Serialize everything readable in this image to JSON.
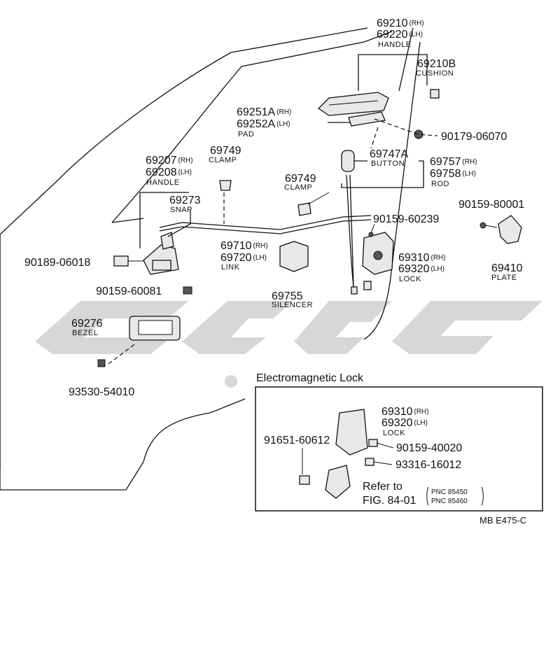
{
  "parts": {
    "handle_outer": {
      "a": "69210",
      "a_s": "(RH)",
      "b": "69220",
      "b_s": "(LH)",
      "name": "HANDLE"
    },
    "cushion": {
      "a": "69210B",
      "name": "CUSHION"
    },
    "pad": {
      "a": "69251A",
      "a_s": "(RH)",
      "b": "69252A",
      "b_s": "(LH)",
      "name": "PAD"
    },
    "bolt_90179": {
      "a": "90179-06070"
    },
    "button": {
      "a": "69747A",
      "name": "BUTTON"
    },
    "rod": {
      "a": "69757",
      "a_s": "(RH)",
      "b": "69758",
      "b_s": "(LH)",
      "name": "ROD"
    },
    "clamp1": {
      "a": "69749",
      "name": "CLAMP"
    },
    "clamp2": {
      "a": "69749",
      "name": "CLAMP"
    },
    "handle_inner": {
      "a": "69207",
      "a_s": "(RH)",
      "b": "69208",
      "b_s": "(LH)",
      "name": "HANDLE"
    },
    "snap": {
      "a": "69273",
      "name": "SNAP"
    },
    "screw_90159_60239": {
      "a": "90159-60239"
    },
    "screw_90159_80001": {
      "a": "90159-80001"
    },
    "plate": {
      "a": "69410",
      "name": "PLATE"
    },
    "link": {
      "a": "69710",
      "a_s": "(RH)",
      "b": "69720",
      "b_s": "(LH)",
      "name": "LINK"
    },
    "lock": {
      "a": "69310",
      "a_s": "(RH)",
      "b": "69320",
      "b_s": "(LH)",
      "name": "LOCK"
    },
    "clip_90189": {
      "a": "90189-06018"
    },
    "screw_90159_60081": {
      "a": "90159-60081"
    },
    "silencer": {
      "a": "69755",
      "name": "SILENCER"
    },
    "bezel": {
      "a": "69276",
      "name": "BEZEL"
    },
    "screw_93530": {
      "a": "93530-54010"
    }
  },
  "inset": {
    "title": "Electromagnetic Lock",
    "lock": {
      "a": "69310",
      "a_s": "(RH)",
      "b": "69320",
      "b_s": "(LH)",
      "name": "LOCK"
    },
    "p91651": "91651-60612",
    "p90159": "90159-40020",
    "p93316": "93316-16012",
    "refer_line1": "Refer to",
    "refer_line2": "FIG. 84-01",
    "pnc1": "PNC 85450",
    "pnc2": "PNC 85460"
  },
  "code": "MB  E475-C"
}
